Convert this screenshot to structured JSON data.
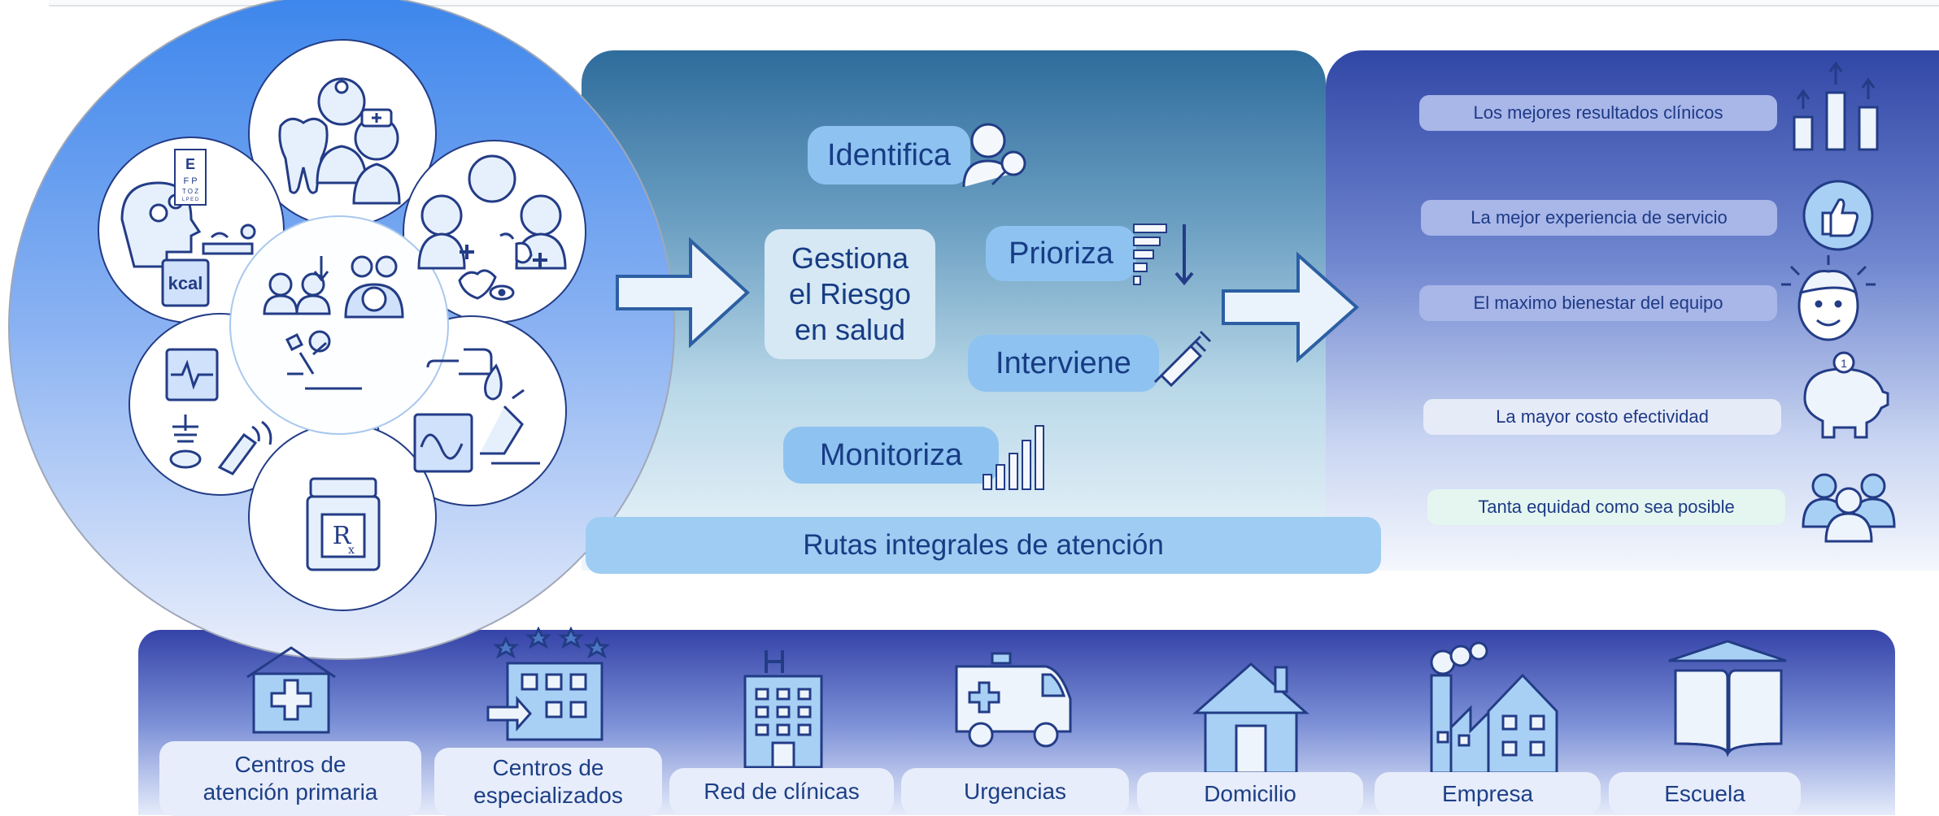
{
  "colors": {
    "dark_blue": "#233c86",
    "light_blue": "#a8d0f5",
    "panel_teal": "#2e6c9c",
    "panel_indigo": "#3147a6"
  },
  "steps": {
    "identifica": "Identifica",
    "gestiona": [
      "Gestiona",
      "el Riesgo",
      "en salud"
    ],
    "prioriza": "Prioriza",
    "interviene": "Interviene",
    "monitoriza": "Monitoriza"
  },
  "rutas": "Rutas integrales de atención",
  "outcomes": [
    {
      "label": "Los mejores resultados clínicos",
      "icon": "bar-chart-up-icon"
    },
    {
      "label": "La mejor experiencia de servicio",
      "icon": "thumbs-up-icon"
    },
    {
      "label": "El maximo bienestar del equipo",
      "icon": "happy-face-icon"
    },
    {
      "label": "La mayor costo efectividad",
      "icon": "piggy-bank-icon"
    },
    {
      "label": "Tanta equidad como sea posible",
      "icon": "group-icon"
    }
  ],
  "locations": [
    {
      "label": [
        "Centros de",
        "atención primaria"
      ],
      "icon": "clinic-cross-icon"
    },
    {
      "label": [
        "Centros de",
        "especializados"
      ],
      "icon": "specialized-center-icon"
    },
    {
      "label": [
        "Red de clínicas"
      ],
      "icon": "hospital-icon"
    },
    {
      "label": [
        "Urgencias"
      ],
      "icon": "ambulance-icon"
    },
    {
      "label": [
        "Domicilio"
      ],
      "icon": "house-icon"
    },
    {
      "label": [
        "Empresa"
      ],
      "icon": "factory-icon"
    },
    {
      "label": [
        "Escuela"
      ],
      "icon": "school-book-icon"
    }
  ],
  "circle": {
    "kcal": "kcal",
    "eye_chart": [
      "E",
      "F P",
      "T O Z",
      "L P E D"
    ],
    "rx": "R",
    "rx_sub": "x",
    "coin": "1"
  }
}
